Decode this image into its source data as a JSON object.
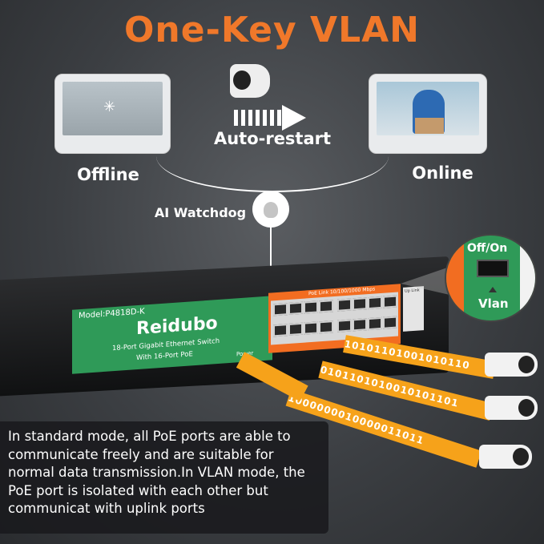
{
  "title": "One-Key VLAN",
  "offline_label": "Offline",
  "online_label": "Online",
  "auto_restart_label": "Auto-restart",
  "watchdog_label": "AI Watchdog",
  "switch": {
    "model": "Model:P4818D-K",
    "brand": "Reidubo",
    "line1": "18-Port Gigabit Ethernet Switch",
    "line2": "With 16-Port PoE",
    "power": "Power",
    "poe_link": "PoE Link 10/100/1000 Mbps",
    "uplink": "Up Link"
  },
  "callout": {
    "off_on": "Off/On",
    "vlan": "Vlan"
  },
  "binary": [
    "10101101001010110",
    "0101101010010101101",
    "1000000010000011011"
  ],
  "description": "In standard mode, all PoE ports are able to communicate freely and are suitable for normal data transmission.In VLAN mode, the PoE port is isolated with each other but communicat with uplink ports",
  "colors": {
    "accent": "#f0782a",
    "panel": "#2f9a58",
    "beam": "#f6a21a"
  }
}
